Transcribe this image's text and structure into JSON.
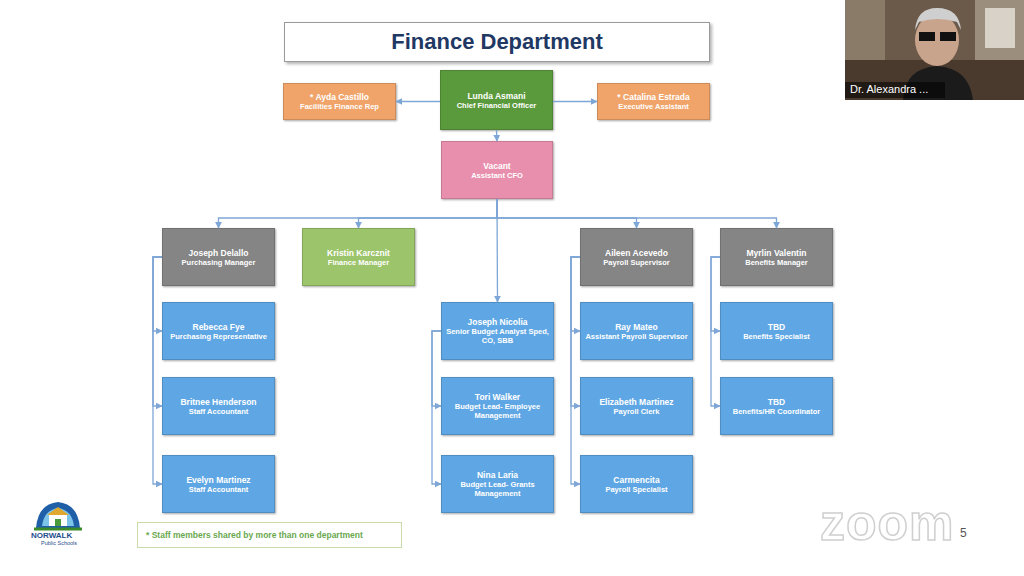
{
  "diagram": {
    "title": "Finance Department",
    "nodes": [
      {
        "text": [
          "* Ayda Castillo",
          "Facilities Finance Rep"
        ]
      },
      {
        "text": [
          "Lunda Asmani",
          "Chief Financial Officer"
        ]
      },
      {
        "text": [
          "* Catalina Estrada",
          "Executive Assistant"
        ]
      },
      {
        "text": [
          "Vacant",
          "Assistant CFO"
        ]
      },
      {
        "text": [
          "Joseph Delallo",
          "Purchasing Manager"
        ]
      },
      {
        "text": [
          "Kristin Karcznit",
          "Finance Manager"
        ]
      },
      {
        "text": [
          "Aileen Acevedo",
          "Payroll Supervisor"
        ]
      },
      {
        "text": [
          "Myrlin Valentin",
          "Benefits Manager"
        ]
      },
      {
        "text": [
          "Rebecca Fye",
          "Purchasing Representative"
        ]
      },
      {
        "text": [
          "Joseph Nicolia",
          "Senior Budget Analyst Sped, CO, SBB"
        ]
      },
      {
        "text": [
          "Ray Mateo",
          "Assistant Payroll Supervisor"
        ]
      },
      {
        "text": [
          "TBD",
          "Benefits Specialist"
        ]
      },
      {
        "text": [
          "Britnee Henderson",
          "Staff Accountant"
        ]
      },
      {
        "text": [
          "Tori Walker",
          "Budget Lead- Employee Management"
        ]
      },
      {
        "text": [
          "Elizabeth Martinez",
          "Payroll Clerk"
        ]
      },
      {
        "text": [
          "TBD",
          "Benefits/HR Coordinator"
        ]
      },
      {
        "text": [
          "Evelyn Martinez",
          "Staff Accountant"
        ]
      },
      {
        "text": [
          "Nina Laria",
          "Budget Lead- Grants Management"
        ]
      },
      {
        "text": [
          "Carmencita",
          "Payroll Specialist"
        ]
      },
      {
        "text": [
          "* Staff members shared by more than one department"
        ]
      }
    ],
    "edges": [
      {
        "from": 1,
        "to": 0,
        "arrow": "to"
      },
      {
        "from": 1,
        "to": 2,
        "arrow": "to"
      },
      {
        "from": 1,
        "to": 3,
        "arrow": "to"
      },
      {
        "from": 3,
        "to": 4,
        "arrow": "to"
      },
      {
        "from": 3,
        "to": 5,
        "arrow": "to"
      },
      {
        "from": 3,
        "to": 9,
        "arrow": "to"
      },
      {
        "from": 3,
        "to": 6,
        "arrow": "to"
      },
      {
        "from": 3,
        "to": 7,
        "arrow": "to"
      },
      {
        "from": 4,
        "to": 8,
        "arrow": "to"
      },
      {
        "from": 4,
        "to": 12,
        "arrow": "to"
      },
      {
        "from": 4,
        "to": 16,
        "arrow": "to"
      },
      {
        "from": 9,
        "to": 13,
        "arrow": "to"
      },
      {
        "from": 9,
        "to": 17,
        "arrow": "to"
      },
      {
        "from": 6,
        "to": 10,
        "arrow": "to"
      },
      {
        "from": 6,
        "to": 14,
        "arrow": "to"
      },
      {
        "from": 6,
        "to": 18,
        "arrow": "to"
      },
      {
        "from": 7,
        "to": 11,
        "arrow": "to"
      },
      {
        "from": 7,
        "to": 15,
        "arrow": "to"
      }
    ],
    "labels": [
      "Dr. Alexandra ...",
      "NORWALK",
      "Public Schools",
      "zoom",
      "5"
    ]
  }
}
